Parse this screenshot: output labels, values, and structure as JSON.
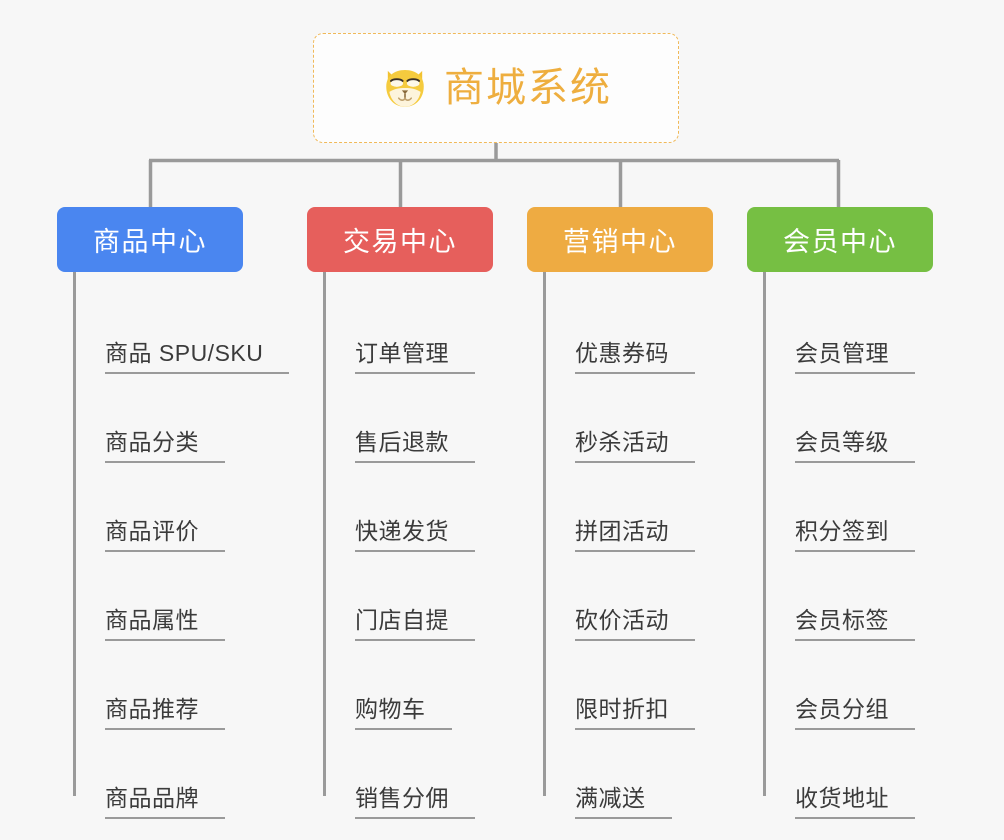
{
  "page": {
    "background_color": "#f7f7f7",
    "type": "mindmap"
  },
  "root": {
    "title": "商城系统",
    "icon": "shiba-dog-face-icon",
    "text_color": "#eeae3f",
    "border_color": "#f0b959",
    "background_color": "#fdfdfd"
  },
  "connector": {
    "color": "#9a9a9a"
  },
  "categories": [
    {
      "label": "商品中心",
      "color": "#4a86f0",
      "items": [
        {
          "label": "商品 SPU/SKU"
        },
        {
          "label": "商品分类"
        },
        {
          "label": "商品评价"
        },
        {
          "label": "商品属性"
        },
        {
          "label": "商品推荐"
        },
        {
          "label": "商品品牌"
        }
      ]
    },
    {
      "label": "交易中心",
      "color": "#e65f5c",
      "items": [
        {
          "label": "订单管理"
        },
        {
          "label": "售后退款"
        },
        {
          "label": "快递发货"
        },
        {
          "label": "门店自提"
        },
        {
          "label": "购物车"
        },
        {
          "label": "销售分佣"
        }
      ]
    },
    {
      "label": "营销中心",
      "color": "#eeab42",
      "items": [
        {
          "label": "优惠券码"
        },
        {
          "label": "秒杀活动"
        },
        {
          "label": "拼团活动"
        },
        {
          "label": "砍价活动"
        },
        {
          "label": "限时折扣"
        },
        {
          "label": "满减送"
        }
      ]
    },
    {
      "label": "会员中心",
      "color": "#76bf43",
      "items": [
        {
          "label": "会员管理"
        },
        {
          "label": "会员等级"
        },
        {
          "label": "积分签到"
        },
        {
          "label": "会员标签"
        },
        {
          "label": "会员分组"
        },
        {
          "label": "收货地址"
        }
      ]
    }
  ]
}
